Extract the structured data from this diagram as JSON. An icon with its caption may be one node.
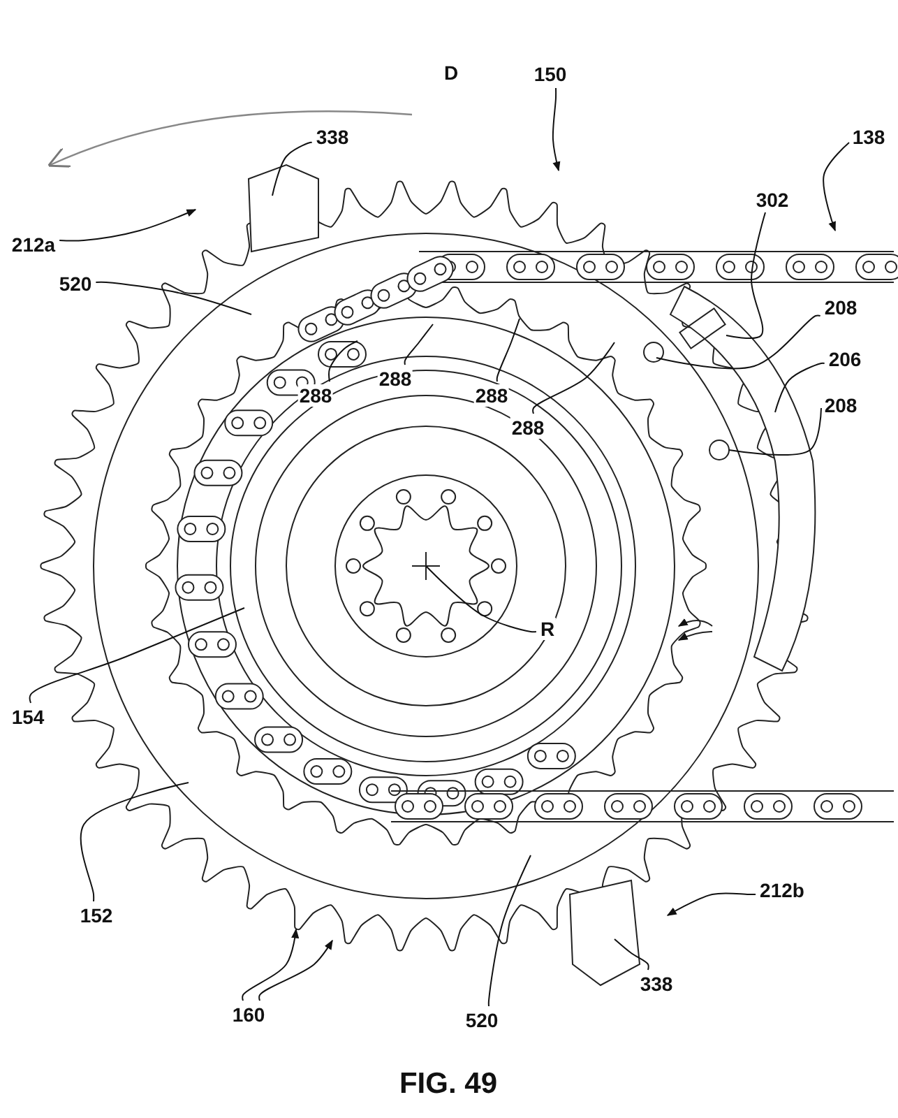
{
  "diagram": {
    "caption": "FIG. 49",
    "nodes": [
      {
        "text": [
          "150"
        ]
      },
      {
        "text": [
          "338"
        ]
      },
      {
        "text": [
          "138"
        ]
      },
      {
        "text": [
          "212a"
        ]
      },
      {
        "text": [
          "302"
        ]
      },
      {
        "text": [
          "520"
        ]
      },
      {
        "text": [
          "208"
        ]
      },
      {
        "text": [
          "206"
        ]
      },
      {
        "text": [
          "288"
        ]
      },
      {
        "text": [
          "288"
        ]
      },
      {
        "text": [
          "288"
        ]
      },
      {
        "text": [
          "288"
        ]
      },
      {
        "text": [
          "208"
        ]
      },
      {
        "text": [
          "R"
        ]
      },
      {
        "text": [
          "154"
        ]
      },
      {
        "text": [
          "152"
        ]
      },
      {
        "text": [
          "212b"
        ]
      },
      {
        "text": [
          "338"
        ]
      },
      {
        "text": [
          "160"
        ]
      },
      {
        "text": [
          "520"
        ]
      }
    ],
    "edges": [
      {
        "from": 0,
        "to": null,
        "arrow": "to"
      },
      {
        "from": 1,
        "to": null,
        "arrow": "none"
      },
      {
        "from": 2,
        "to": null,
        "arrow": "to"
      },
      {
        "from": 3,
        "to": null,
        "arrow": "to"
      },
      {
        "from": 4,
        "to": null,
        "arrow": "none"
      },
      {
        "from": 5,
        "to": null,
        "arrow": "none"
      },
      {
        "from": 6,
        "to": null,
        "arrow": "none"
      },
      {
        "from": 7,
        "to": null,
        "arrow": "none"
      },
      {
        "from": 8,
        "to": null,
        "arrow": "none"
      },
      {
        "from": 9,
        "to": null,
        "arrow": "none"
      },
      {
        "from": 10,
        "to": null,
        "arrow": "none"
      },
      {
        "from": 11,
        "to": null,
        "arrow": "none"
      },
      {
        "from": 12,
        "to": null,
        "arrow": "none"
      },
      {
        "from": 13,
        "to": null,
        "arrow": "none"
      },
      {
        "from": 14,
        "to": null,
        "arrow": "none"
      },
      {
        "from": 15,
        "to": null,
        "arrow": "none"
      },
      {
        "from": 16,
        "to": null,
        "arrow": "to"
      },
      {
        "from": 17,
        "to": null,
        "arrow": "none"
      },
      {
        "from": 18,
        "to": null,
        "arrow": "to"
      },
      {
        "from": 18,
        "to": null,
        "arrow": "to"
      },
      {
        "from": 19,
        "to": null,
        "arrow": "none"
      }
    ],
    "labels": [
      "D"
    ]
  }
}
